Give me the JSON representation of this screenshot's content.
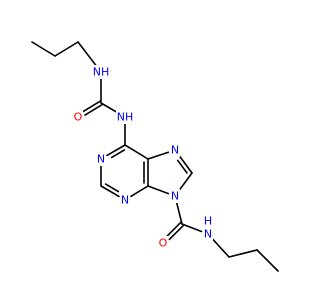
{
  "molecule": {
    "atom_colors": {
      "N": "#0000ff",
      "O": "#ff0000"
    },
    "atoms": [
      {
        "id": "c_pr1_a",
        "element": "C",
        "label": ""
      },
      {
        "id": "c_pr1_b",
        "element": "C",
        "label": ""
      },
      {
        "id": "c_pr1_c",
        "element": "C",
        "label": ""
      },
      {
        "id": "n_urea1",
        "element": "N",
        "label": "NH"
      },
      {
        "id": "c_urea",
        "element": "C",
        "label": ""
      },
      {
        "id": "o_urea",
        "element": "O",
        "label": "O"
      },
      {
        "id": "n_urea2",
        "element": "N",
        "label": "NH"
      },
      {
        "id": "c6",
        "element": "C",
        "label": ""
      },
      {
        "id": "n1",
        "element": "N",
        "label": "N"
      },
      {
        "id": "c2",
        "element": "C",
        "label": ""
      },
      {
        "id": "n3",
        "element": "N",
        "label": "N"
      },
      {
        "id": "c4",
        "element": "C",
        "label": ""
      },
      {
        "id": "c5",
        "element": "C",
        "label": ""
      },
      {
        "id": "n7",
        "element": "N",
        "label": "N"
      },
      {
        "id": "c8",
        "element": "C",
        "label": ""
      },
      {
        "id": "n9",
        "element": "N",
        "label": "N"
      },
      {
        "id": "c_amide",
        "element": "C",
        "label": ""
      },
      {
        "id": "o_amide",
        "element": "O",
        "label": "O"
      },
      {
        "id": "n_amide",
        "element": "N",
        "label": "H"
      },
      {
        "id": "c_pr2_a",
        "element": "C",
        "label": ""
      },
      {
        "id": "c_pr2_b",
        "element": "C",
        "label": ""
      },
      {
        "id": "c_pr2_c",
        "element": "C",
        "label": ""
      }
    ],
    "n_amide_label_n": "N",
    "bonds": [
      {
        "a": "c_pr1_a",
        "b": "c_pr1_b",
        "order": 1
      },
      {
        "a": "c_pr1_b",
        "b": "c_pr1_c",
        "order": 1
      },
      {
        "a": "c_pr1_c",
        "b": "n_urea1",
        "order": 1
      },
      {
        "a": "n_urea1",
        "b": "c_urea",
        "order": 1
      },
      {
        "a": "c_urea",
        "b": "o_urea",
        "order": 2
      },
      {
        "a": "c_urea",
        "b": "n_urea2",
        "order": 1
      },
      {
        "a": "n_urea2",
        "b": "c6",
        "order": 1
      },
      {
        "a": "c6",
        "b": "n1",
        "order": 2
      },
      {
        "a": "n1",
        "b": "c2",
        "order": 1
      },
      {
        "a": "c2",
        "b": "n3",
        "order": 2
      },
      {
        "a": "n3",
        "b": "c4",
        "order": 1
      },
      {
        "a": "c4",
        "b": "c5",
        "order": 2
      },
      {
        "a": "c5",
        "b": "c6",
        "order": 1
      },
      {
        "a": "c5",
        "b": "n7",
        "order": 1
      },
      {
        "a": "n7",
        "b": "c8",
        "order": 2
      },
      {
        "a": "c8",
        "b": "n9",
        "order": 1
      },
      {
        "a": "n9",
        "b": "c4",
        "order": 1
      },
      {
        "a": "n9",
        "b": "c_amide",
        "order": 1
      },
      {
        "a": "c_amide",
        "b": "o_amide",
        "order": 2
      },
      {
        "a": "c_amide",
        "b": "n_amide",
        "order": 1
      },
      {
        "a": "n_amide",
        "b": "c_pr2_a",
        "order": 1
      },
      {
        "a": "c_pr2_a",
        "b": "c_pr2_b",
        "order": 1
      },
      {
        "a": "c_pr2_b",
        "b": "c_pr2_c",
        "order": 1
      }
    ]
  }
}
